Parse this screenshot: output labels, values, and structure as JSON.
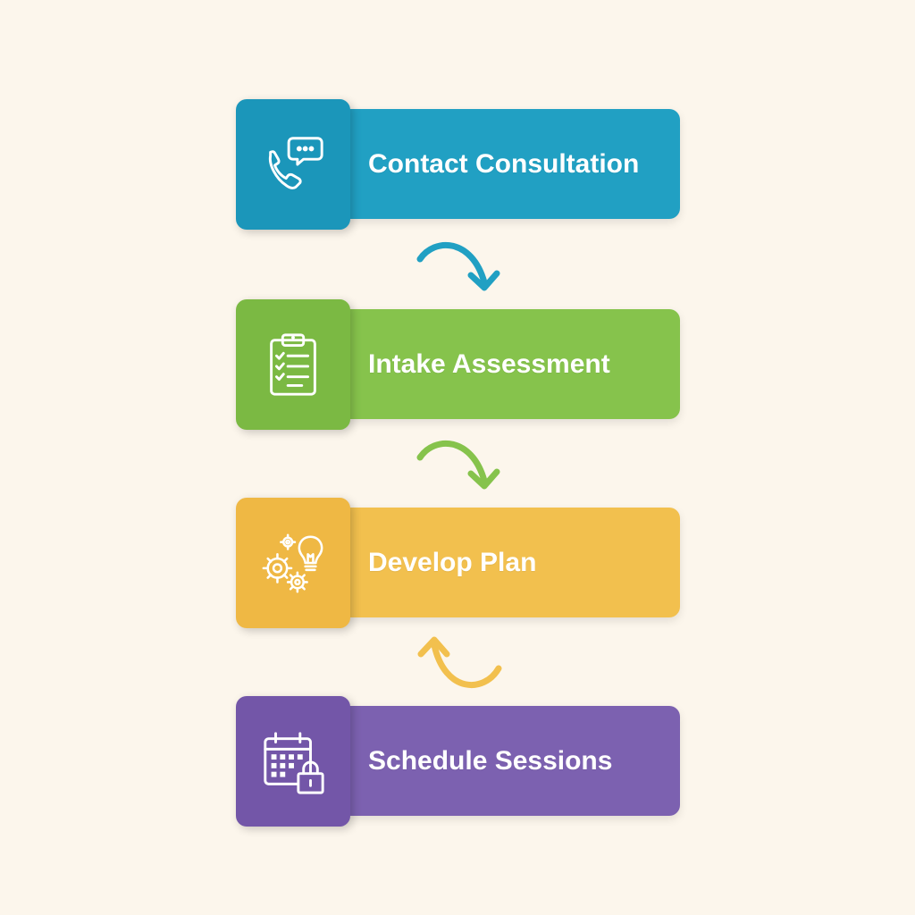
{
  "colors": {
    "background": "#fcf6ec",
    "blue": "#21a0c3",
    "blue_dark": "#1b96ba",
    "green": "#86c34c",
    "green_dark": "#7bb943",
    "yellow": "#f2c04e",
    "yellow_dark": "#efb844",
    "purple": "#7c61b0",
    "purple_dark": "#7356a8"
  },
  "steps": [
    {
      "label": "Contact Consultation",
      "icon": "phone-chat-icon"
    },
    {
      "label": "Intake Assessment",
      "icon": "clipboard-checklist-icon"
    },
    {
      "label": "Develop Plan",
      "icon": "gears-lightbulb-icon"
    },
    {
      "label": "Schedule Sessions",
      "icon": "calendar-lock-icon"
    }
  ],
  "connectors": [
    {
      "direction": "down",
      "color": "#21a0c3"
    },
    {
      "direction": "down",
      "color": "#86c34c"
    },
    {
      "direction": "up",
      "color": "#f2c04e"
    }
  ]
}
